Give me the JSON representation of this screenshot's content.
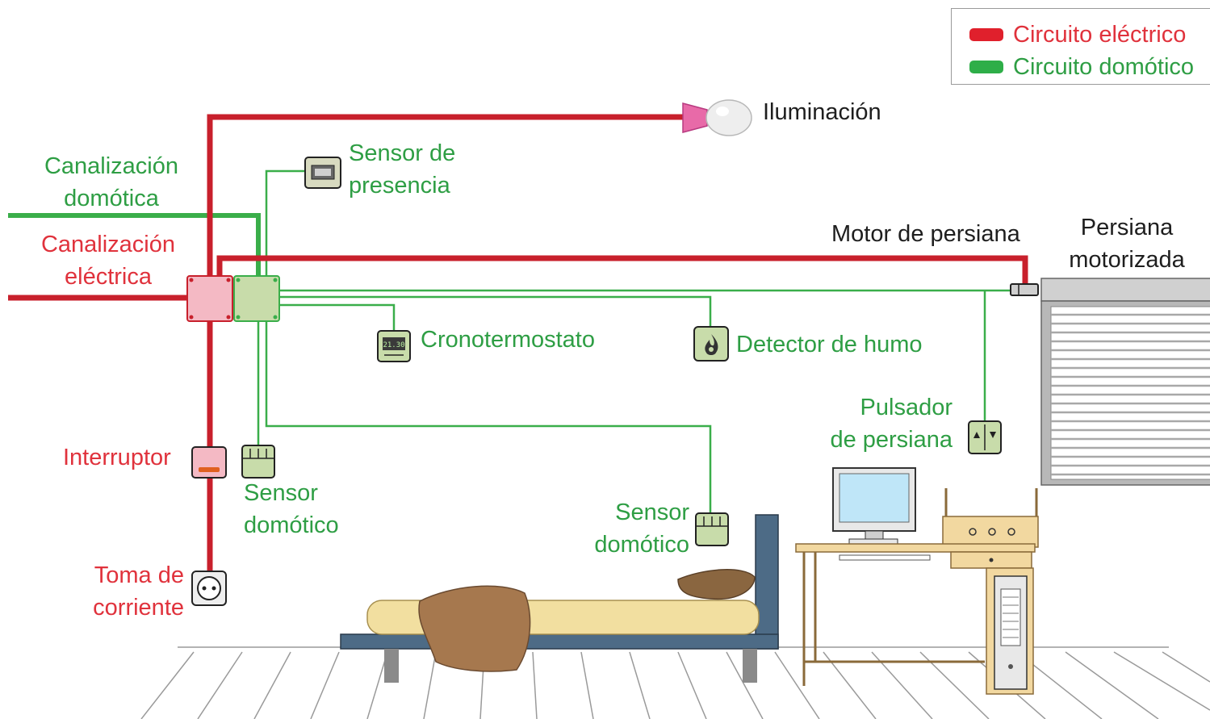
{
  "legend": {
    "electric": "Circuito eléctrico",
    "domotic": "Circuito domótico"
  },
  "labels": {
    "iluminacion": "Iluminación",
    "sensor_presencia": [
      "Sensor de",
      "presencia"
    ],
    "canalizacion_domotica": [
      "Canalización",
      "domótica"
    ],
    "canalizacion_electrica": [
      "Canalización",
      "eléctrica"
    ],
    "motor_persiana": "Motor de persiana",
    "persiana_motorizada": [
      "Persiana",
      "motorizada"
    ],
    "cronotermostato": "Cronotermostato",
    "detector_humo": "Detector de humo",
    "pulsador_persiana": [
      "Pulsador",
      "de persiana"
    ],
    "interruptor": "Interruptor",
    "sensor_domotico_1": [
      "Sensor",
      "domótico"
    ],
    "sensor_domotico_2": [
      "Sensor",
      "domótico"
    ],
    "toma_corriente": [
      "Toma de",
      "corriente"
    ]
  },
  "colors": {
    "electric": "#c8202c",
    "domotic": "#3aae4a",
    "label_green": "#2e9e44",
    "label_red": "#e0323c"
  },
  "icons": {
    "thermostat_display": "21.30"
  }
}
